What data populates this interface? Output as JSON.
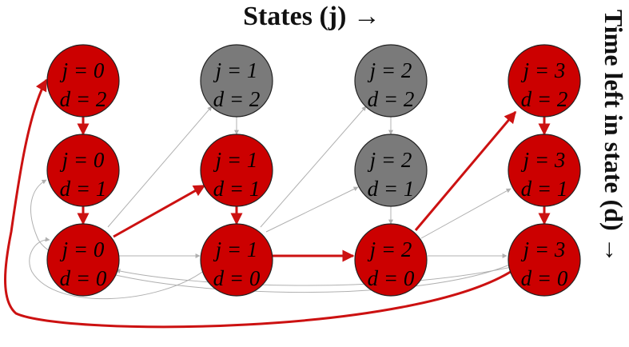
{
  "title_top": "States (j) →",
  "title_side": "Time left in state (d) →",
  "colors": {
    "active": "#cc0000",
    "inactive": "#7a7a7a",
    "active_edge": "#cc1111",
    "inactive_edge": "#b0b0b0"
  },
  "nodes": [
    {
      "id": "n02",
      "j_label": "j = 0",
      "d_label": "d = 2",
      "state": "active"
    },
    {
      "id": "n12",
      "j_label": "j = 1",
      "d_label": "d = 2",
      "state": "inactive"
    },
    {
      "id": "n22",
      "j_label": "j = 2",
      "d_label": "d = 2",
      "state": "inactive"
    },
    {
      "id": "n32",
      "j_label": "j = 3",
      "d_label": "d = 2",
      "state": "active"
    },
    {
      "id": "n01",
      "j_label": "j = 0",
      "d_label": "d = 1",
      "state": "active"
    },
    {
      "id": "n11",
      "j_label": "j = 1",
      "d_label": "d = 1",
      "state": "active"
    },
    {
      "id": "n21",
      "j_label": "j = 2",
      "d_label": "d = 1",
      "state": "inactive"
    },
    {
      "id": "n31",
      "j_label": "j = 3",
      "d_label": "d = 1",
      "state": "active"
    },
    {
      "id": "n00",
      "j_label": "j = 0",
      "d_label": "d = 0",
      "state": "active"
    },
    {
      "id": "n10",
      "j_label": "j = 1",
      "d_label": "d = 0",
      "state": "active"
    },
    {
      "id": "n20",
      "j_label": "j = 2",
      "d_label": "d = 0",
      "state": "active"
    },
    {
      "id": "n30",
      "j_label": "j = 3",
      "d_label": "d = 0",
      "state": "active"
    }
  ]
}
